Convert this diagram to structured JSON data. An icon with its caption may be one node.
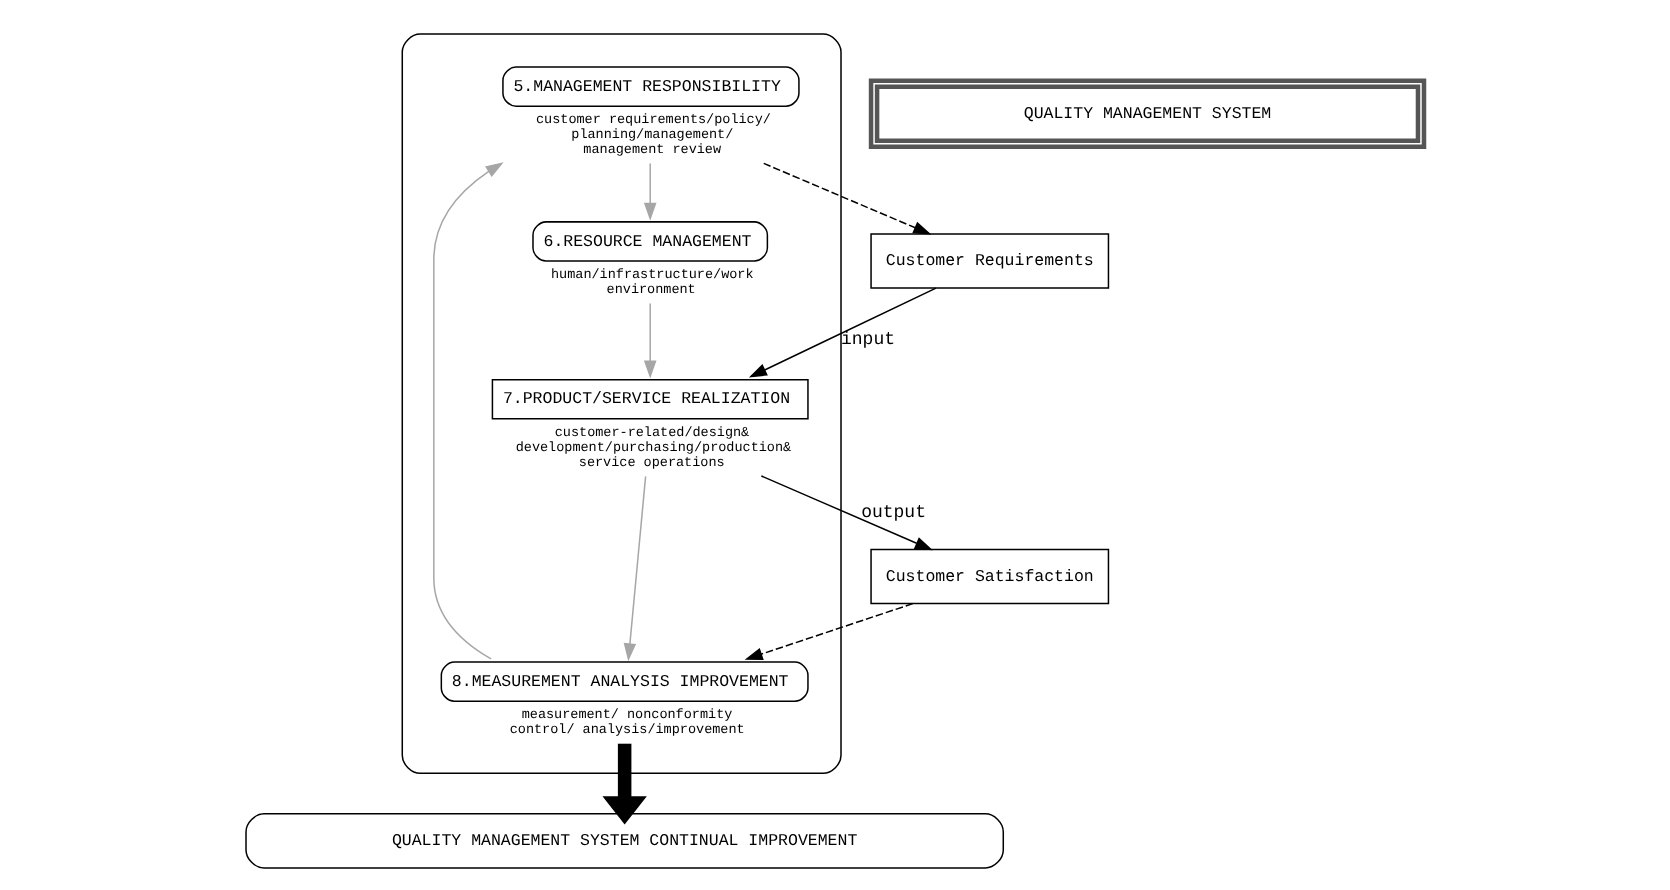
{
  "diagram": {
    "nodes": [
      {
        "text": [
          "QUALITY MANAGEMENT SYSTEM CONTINUAL IMPROVEMENT"
        ]
      },
      {
        "text": [],
        "shape": "ellipse"
      },
      {
        "text": [
          "5.MANAGEMENT RESPONSIBILITY"
        ],
        "in": 1,
        "beside": [
          "customer requirements/policy/ planning/management/ management review"
        ]
      },
      {
        "text": [
          "6.RESOURCE MANAGEMENT"
        ],
        "in": 1,
        "beside": [
          "human/infrastructure/work environment"
        ]
      },
      {
        "text": [
          "7.PRODUCT/SERVICE REALIZATION"
        ],
        "in": 1,
        "beside": [
          "customer-related/design& development/purchasing/production& service operations"
        ]
      },
      {
        "text": [
          "8.MEASUREMENT ANALYSIS IMPROVEMENT"
        ],
        "in": 1,
        "beside": [
          "measurement/ nonconformity control/ analysis/improvement"
        ]
      },
      {
        "text": [
          "Customer Requirements"
        ]
      },
      {
        "text": [
          "Customer Satisfaction"
        ]
      },
      {
        "text": [
          "QUALITY MANAGEMENT SYSTEM"
        ]
      }
    ],
    "edges": [
      {
        "from": 2,
        "to": 6,
        "arrow": "to",
        "style": "dashed"
      },
      {
        "from": 7,
        "to": 5,
        "arrow": "to",
        "style": "dashed"
      },
      {
        "from": 6,
        "to": 4,
        "arrow": "to",
        "label": "input"
      },
      {
        "from": 4,
        "to": 7,
        "arrow": "to",
        "label": "output"
      },
      {
        "from": 2,
        "to": 3,
        "arrow": "to",
        "color": "#a6a6a6"
      },
      {
        "from": 3,
        "to": 4,
        "arrow": "to",
        "color": "#a6a6a6"
      },
      {
        "from": 4,
        "to": 5,
        "arrow": "to",
        "color": "#a6a6a6"
      },
      {
        "from": 5,
        "to": 2,
        "arrow": "to",
        "color": "#a6a6a6"
      },
      {
        "from": 5,
        "to": 0,
        "arrow": "to",
        "style": "thick",
        "color": "#000000"
      }
    ]
  }
}
